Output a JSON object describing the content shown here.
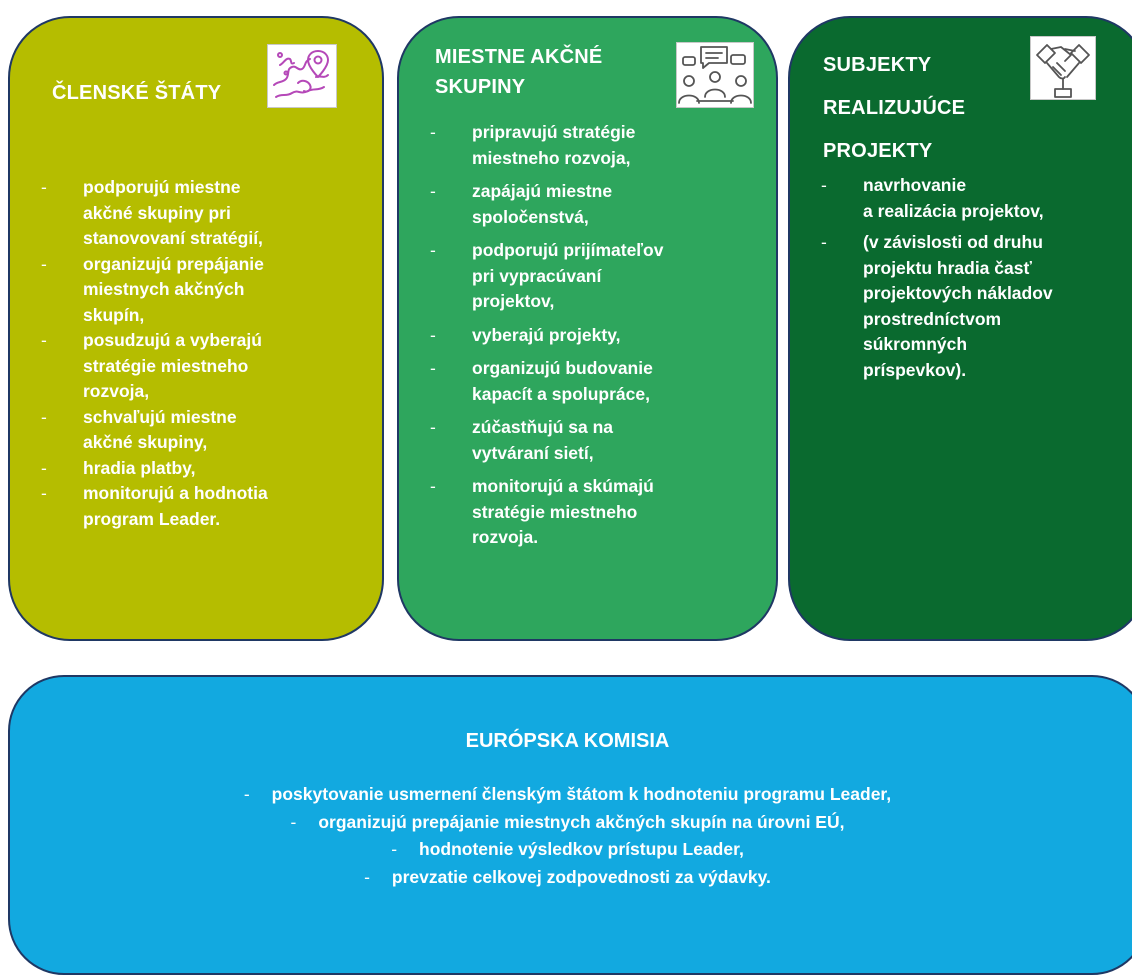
{
  "members": {
    "title": "ČLENSKÉ ŠTÁTY",
    "icon": "europe-map-location-icon",
    "items": [
      "podporujú miestne\nakčné skupiny pri\nstanovovaní stratégií,",
      "organizujú prepájanie\nmiestnych akčných\nskupín,",
      "posudzujú a vyberajú\nstratégie miestneho\nrozvoja,",
      "schvaľujú miestne\nakčné skupiny,",
      "hradia platby,",
      "monitorujú a hodnotia\nprogram Leader."
    ]
  },
  "lag": {
    "title": "MIESTNE AKČNÉ SKUPINY",
    "icon": "group-discussion-icon",
    "items": [
      "pripravujú stratégie\nmiestneho rozvoja,",
      "zapájajú miestne\nspoločenstvá,",
      "podporujú prijímateľov\npri vypracúvaní\nprojektov,",
      "vyberajú projekty,",
      "organizujú budovanie\nkapacít a spolupráce,",
      "zúčastňujú sa na\nvytváraní sietí,",
      "monitorujú a skúmajú\nstratégie miestneho\nrozvoja."
    ]
  },
  "projects": {
    "title": "SUBJEKTY REALIZUJÚCE PROJEKTY",
    "icon": "handshake-icon",
    "items": [
      "navrhovanie\na realizácia projektov,",
      "(v závislosti od druhu\nprojektu hradia časť\nprojektových nákladov\nprostredníctvom\nsúkromných\nprí­spevkov)."
    ]
  },
  "commission": {
    "title": "EURÓPSKA KOMISIA",
    "items": [
      "poskytovanie usmernení členským štátom k hodnoteniu programu Leader,",
      "organizujú prepájanie miestnych akčných skupín na úrovni EÚ,",
      "hodnotenie výsledkov prístupu Leader,",
      "prevzatie celkovej zodpovednosti za výdavky."
    ]
  },
  "colors": {
    "members": "#b5bd00",
    "lag": "#2ea65d",
    "projects": "#0a6a2f",
    "commission": "#12a9e0",
    "border": "#1f3864"
  }
}
